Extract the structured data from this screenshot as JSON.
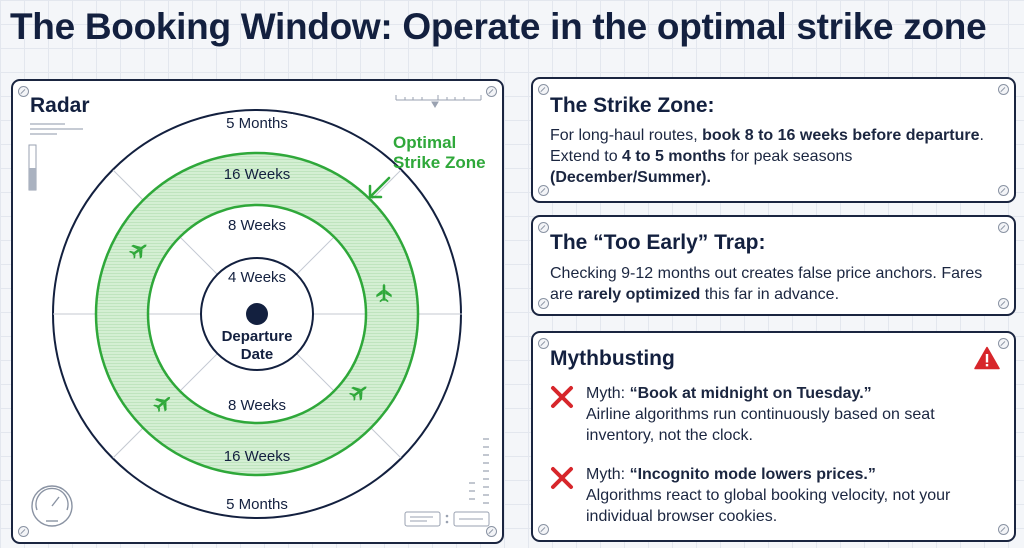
{
  "title": "The Booking Window: Operate in the optimal strike zone",
  "radar": {
    "label": "Radar",
    "rings": {
      "outer": "5 Months",
      "zone_outer": "16 Weeks",
      "zone_inner": "8 Weeks",
      "inner": "4 Weeks",
      "lower_inner": "8 Weeks",
      "lower_outer": "16 Weeks",
      "lower_edge": "5 Months"
    },
    "center_line1": "Departure",
    "center_line2": "Date",
    "zone_label_line1": "Optimal",
    "zone_label_line2": "Strike Zone",
    "icons": [
      "airplane-icon",
      "arrow-icon",
      "gauge-icon",
      "warning-icon",
      "cross-icon"
    ],
    "colors": {
      "zone_green": "#2fa83a",
      "zone_fill": "#cdeccd",
      "ink": "#13203f",
      "warning_red": "#d7262b"
    }
  },
  "strike_zone": {
    "title": "The Strike Zone:",
    "text_1": "For long-haul routes, ",
    "bold_1": "book 8 to 16 weeks before departure",
    "text_2": ". Extend to ",
    "bold_2": "4 to 5 months",
    "text_3": " for peak seasons ",
    "bold_3": "(December/Summer)."
  },
  "too_early": {
    "title": "The “Too Early” Trap:",
    "text_1": "Checking 9-12 months out creates false price anchors. Fares are ",
    "bold_1": "rarely optimized",
    "text_2": " this far in advance."
  },
  "mythbusting": {
    "title": "Mythbusting",
    "myths": [
      {
        "prefix": "Myth: ",
        "claim": "“Book at midnight on Tuesday.”",
        "fact": "Airline algorithms run continuously based on seat inventory, not the clock."
      },
      {
        "prefix": "Myth: ",
        "claim": "“Incognito mode lowers prices.”",
        "fact": "Algorithms react to global booking velocity, not your individual browser cookies."
      }
    ]
  }
}
